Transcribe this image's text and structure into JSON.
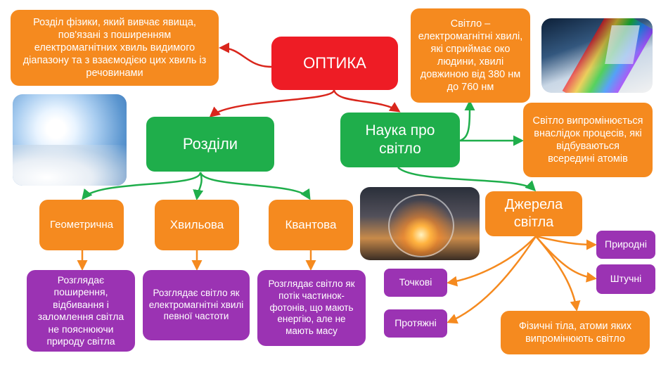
{
  "root": {
    "title": "ОПТИКА"
  },
  "definition": "Розділ фізики, який вивчає явища, пов'язані з поширенням електромагнітних хвиль видимого діапазону та з взаємодією цих хвиль із речовинами",
  "sections": {
    "title": "Розділи",
    "items": [
      {
        "label": "Геометрична",
        "description": "Розглядає поширення, відбивання і заломлення світла не пояснюючи природу світла"
      },
      {
        "label": "Хвильова",
        "description": "Розглядає світло як електромагнітні хвилі певної частоти"
      },
      {
        "label": "Квантова",
        "description": "Розглядає світло як потік частинок-фотонів, що мають енергію, але не мають масу"
      }
    ]
  },
  "science": {
    "title": "Наука про світло",
    "fact1": "Світло – електромагнітні хвилі, які сприймає око людини, хвилі довжиною від 380 нм до 760 нм",
    "fact2": "Світло випромінюється внаслідок процесів, які відбуваються всередині атомів"
  },
  "sources": {
    "title": "Джерела світла",
    "items": [
      "Точкові",
      "Протяжні",
      "Природні",
      "Штучні"
    ],
    "bodies": "Фізичні тіла, атоми яких випромінюють світло"
  },
  "colors": {
    "red": "#ee1c25",
    "orange": "#f58a1f",
    "green": "#1fae4b",
    "purple": "#9b33b3"
  },
  "images": [
    "sky-sun-photo",
    "prism-rainbow-photo",
    "lightbulb-sunset-photo"
  ]
}
